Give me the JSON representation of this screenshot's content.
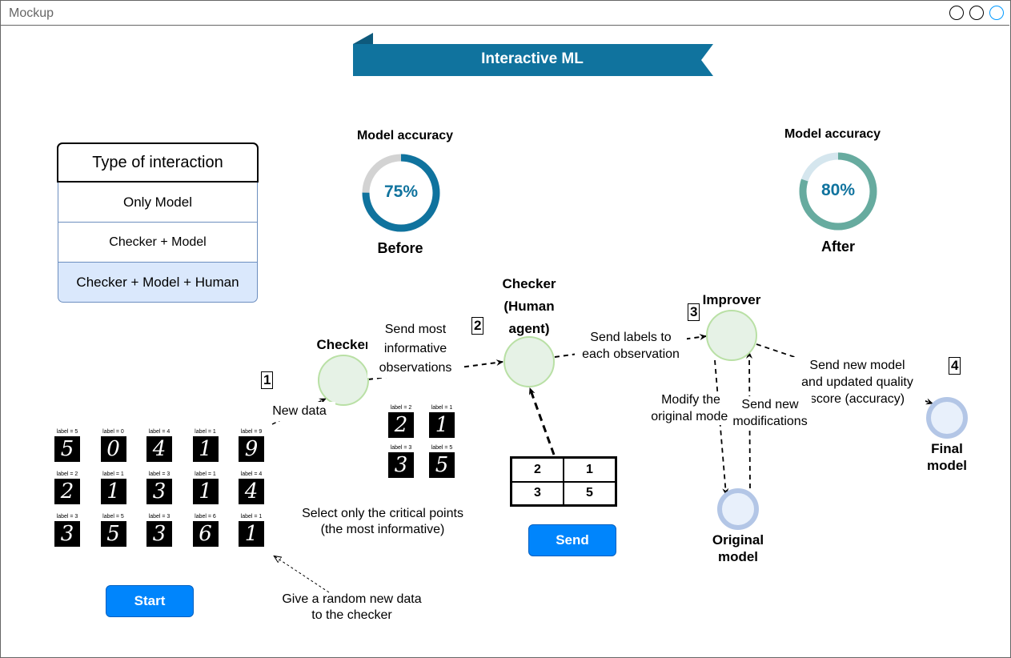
{
  "window": {
    "title": "Mockup"
  },
  "banner": {
    "title": "Interactive ML"
  },
  "interaction_table": {
    "header": "Type of interaction",
    "rows": [
      "Only Model",
      "Checker + Model",
      "Checker + Model + Human"
    ],
    "selected_index": 2
  },
  "accuracy_before": {
    "title": "Model accuracy",
    "value_text": "75%",
    "fraction": 0.75,
    "caption": "Before",
    "color": "#10739e"
  },
  "accuracy_after": {
    "title": "Model accuracy",
    "value_text": "80%",
    "fraction": 0.8,
    "caption": "After",
    "color": "#67ab9f"
  },
  "steps": {
    "one": "1",
    "two": "2",
    "three": "3",
    "four": "4"
  },
  "nodes": {
    "checker": "Checker",
    "checker_human": [
      "Checker",
      "(Human",
      "agent)"
    ],
    "improver": "Improver",
    "original_model": [
      "Original",
      "model"
    ],
    "final_model": [
      "Final",
      "model"
    ]
  },
  "edges": {
    "new_data": "New data",
    "send_informative": [
      "Send most",
      "informative",
      "observations"
    ],
    "send_labels": [
      "Send labels to",
      "each observation"
    ],
    "send_new_model": [
      "Send new model",
      "and updated quality",
      "score (accuracy)"
    ],
    "modify_original": [
      "Modify the",
      "original model"
    ],
    "send_modifications": [
      "Send new",
      "modifications"
    ],
    "select_critical": [
      "Select only the critical points",
      "(the most informative)"
    ],
    "random_data": [
      "Give a random new data",
      "to the checker"
    ]
  },
  "dataset_digits": [
    {
      "label": "label = 5",
      "digit": "5"
    },
    {
      "label": "label = 0",
      "digit": "0"
    },
    {
      "label": "label = 4",
      "digit": "4"
    },
    {
      "label": "label = 1",
      "digit": "1"
    },
    {
      "label": "label = 9",
      "digit": "9"
    },
    {
      "label": "label = 2",
      "digit": "2"
    },
    {
      "label": "label = 1",
      "digit": "1"
    },
    {
      "label": "label = 3",
      "digit": "3"
    },
    {
      "label": "label = 1",
      "digit": "1"
    },
    {
      "label": "label = 4",
      "digit": "4"
    },
    {
      "label": "label = 3",
      "digit": "3"
    },
    {
      "label": "label = 5",
      "digit": "5"
    },
    {
      "label": "label = 3",
      "digit": "3"
    },
    {
      "label": "label = 6",
      "digit": "6"
    },
    {
      "label": "label = 1",
      "digit": "1"
    }
  ],
  "critical_digits": [
    {
      "label": "label = 2",
      "digit": "2"
    },
    {
      "label": "label = 1",
      "digit": "1"
    },
    {
      "label": "label = 3",
      "digit": "3"
    },
    {
      "label": "label = 5",
      "digit": "5"
    }
  ],
  "label_grid": [
    "2",
    "1",
    "3",
    "5"
  ],
  "buttons": {
    "start": "Start",
    "send": "Send"
  },
  "colors": {
    "banner": "#10739e",
    "banner_dark": "#0e5a7c",
    "node_fill": "#e6f2e6",
    "node_stroke": "#b9e0a5",
    "model_stroke": "#b3c6e6",
    "model_fill": "#e8f0fb",
    "button": "#0085fc",
    "selected_row": "#dae8fc"
  }
}
